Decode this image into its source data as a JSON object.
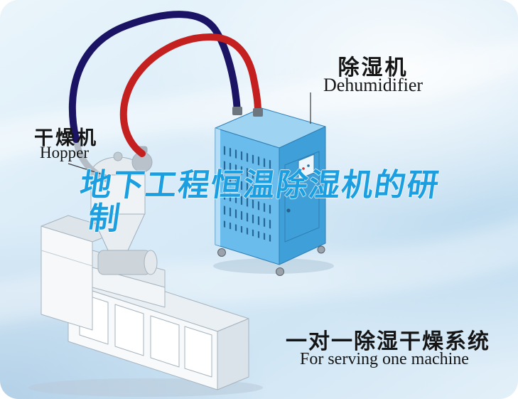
{
  "title_overlay": {
    "line1": "地下工程恒温除湿机的研",
    "line2": "制"
  },
  "callouts": {
    "dehumidifier": {
      "zh": "除湿机",
      "en": "Dehumidifier"
    },
    "dryer_hopper": {
      "zh": "干燥机",
      "en": "Hopper"
    }
  },
  "caption": {
    "zh": "一对一除湿干燥系统",
    "en": "For serving one machine"
  },
  "colors": {
    "title_blue": "#1c9fe0",
    "pipe_red": "#c42020",
    "pipe_navy": "#1b1464",
    "cabinet_front": "#6abced",
    "cabinet_side": "#3f9fd8",
    "cabinet_top": "#9ed4f2",
    "background_tint": "#d8ebf7"
  }
}
